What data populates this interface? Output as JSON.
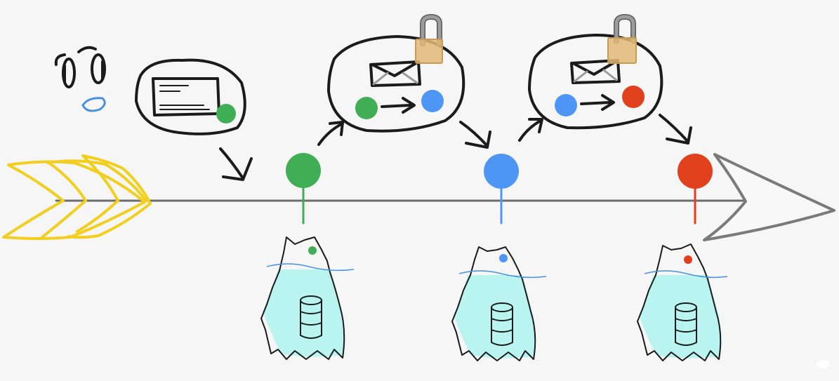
{
  "colors": {
    "background": "#f6f6f6",
    "ink": "#1b1b1b",
    "axis": "#6e6e6e",
    "fletching": "#f2cf1f",
    "arrowhead": "#7a7a7a",
    "face_mouth": "#4a90e2",
    "water": "#6ec2e8",
    "ice": "#b9f4f0",
    "lock_body": "#e3b878",
    "lock_shackle": "#9c9c9c"
  },
  "versions": [
    {
      "name": "green",
      "color": "#3fae55"
    },
    {
      "name": "blue",
      "color": "#4d96f5"
    },
    {
      "name": "red",
      "color": "#e0401c"
    }
  ],
  "icons": {
    "face": "face-icon",
    "document": "document-icon",
    "envelope": "envelope-icon",
    "lock": "lock-icon",
    "database": "database-icon",
    "iceberg": "iceberg-icon",
    "arrow": "arrow-icon"
  }
}
